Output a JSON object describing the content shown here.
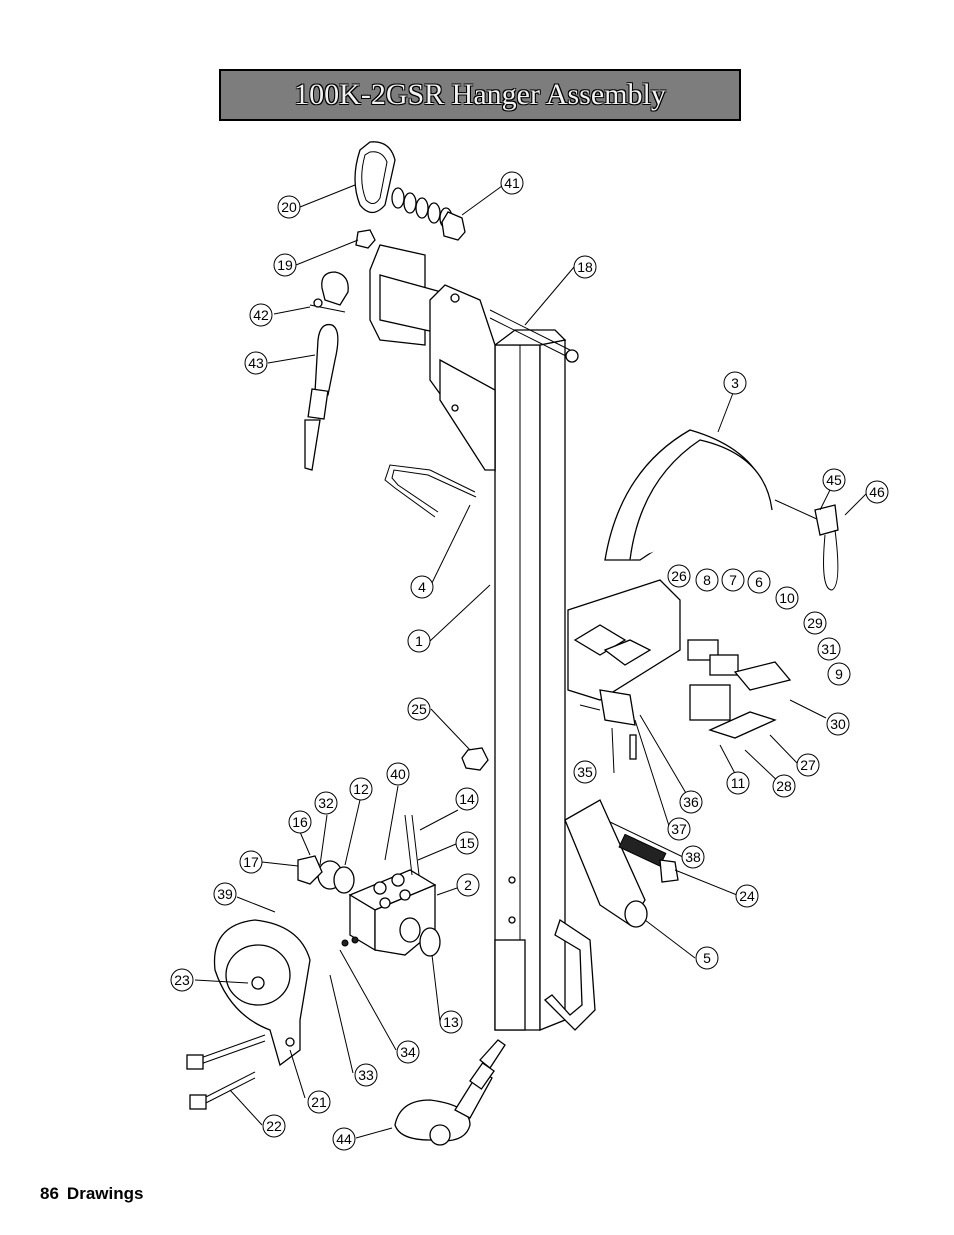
{
  "title": "100K-2GSR Hanger Assembly",
  "footer": {
    "page_number": "86",
    "section": "Drawings"
  },
  "callouts": [
    "1",
    "2",
    "3",
    "4",
    "5",
    "6",
    "7",
    "8",
    "9",
    "10",
    "11",
    "12",
    "13",
    "14",
    "15",
    "16",
    "17",
    "18",
    "19",
    "20",
    "21",
    "22",
    "23",
    "24",
    "25",
    "26",
    "27",
    "28",
    "29",
    "30",
    "31",
    "32",
    "33",
    "34",
    "35",
    "36",
    "37",
    "38",
    "39",
    "40",
    "41",
    "42",
    "43",
    "44",
    "45",
    "46"
  ]
}
